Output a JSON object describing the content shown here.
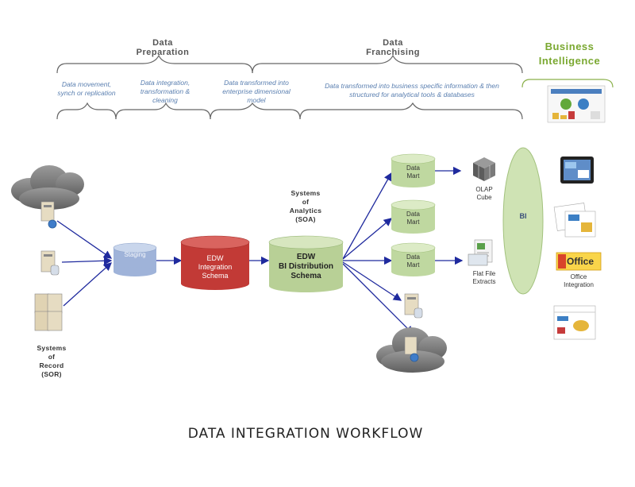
{
  "headers": {
    "data_preparation": [
      "Data",
      "Preparation"
    ],
    "data_franchising": [
      "Data",
      "Franchising"
    ],
    "business_intelligence": [
      "Business",
      "Intelligence"
    ]
  },
  "subheaders": [
    "Data movement, synch or replication",
    "Data integration, transformation & cleaning",
    "Data transformed into enterprise dimensional model",
    "Data transformed into business specific information & then structured for analytical tools & databases"
  ],
  "nodes": {
    "staging": "Staging",
    "edw_integration": [
      "EDW",
      "Integration",
      "Schema"
    ],
    "edw_bi": [
      "EDW",
      "BI Distribution",
      "Schema"
    ],
    "soa_label": [
      "Systems",
      "of",
      "Analytics",
      "(SOA)"
    ],
    "sor_label": [
      "Systems",
      "of",
      "Record",
      "(SOR)"
    ],
    "data_marts": [
      [
        "Data",
        "Mart"
      ],
      [
        "Data",
        "Mart"
      ],
      [
        "Data",
        "Mart"
      ]
    ],
    "olap": [
      "OLAP",
      "Cube"
    ],
    "flat_file": [
      "Flat File",
      "Extracts"
    ],
    "bi": "BI",
    "office_logo": "Office",
    "office_integration": [
      "Office",
      "Integration"
    ]
  },
  "caption": "DATA INTEGRATION WORKFLOW",
  "colors": {
    "staging_top": "#c9d6ec",
    "staging_side": "#9fb3d9",
    "edw_top": "#d9645f",
    "edw_side": "#c23a36",
    "bi_schema_top": "#d7e6bf",
    "bi_schema_side": "#b8d096",
    "mart_top": "#dcebc6",
    "mart_side": "#bfd8a0",
    "bi_ellipse": "#cfe3b4",
    "arrow": "#1f2a9e",
    "bracket": "#666666",
    "header_gray": "#555555",
    "header_green": "#7aa830",
    "sub_blue": "#5a7fb0"
  }
}
